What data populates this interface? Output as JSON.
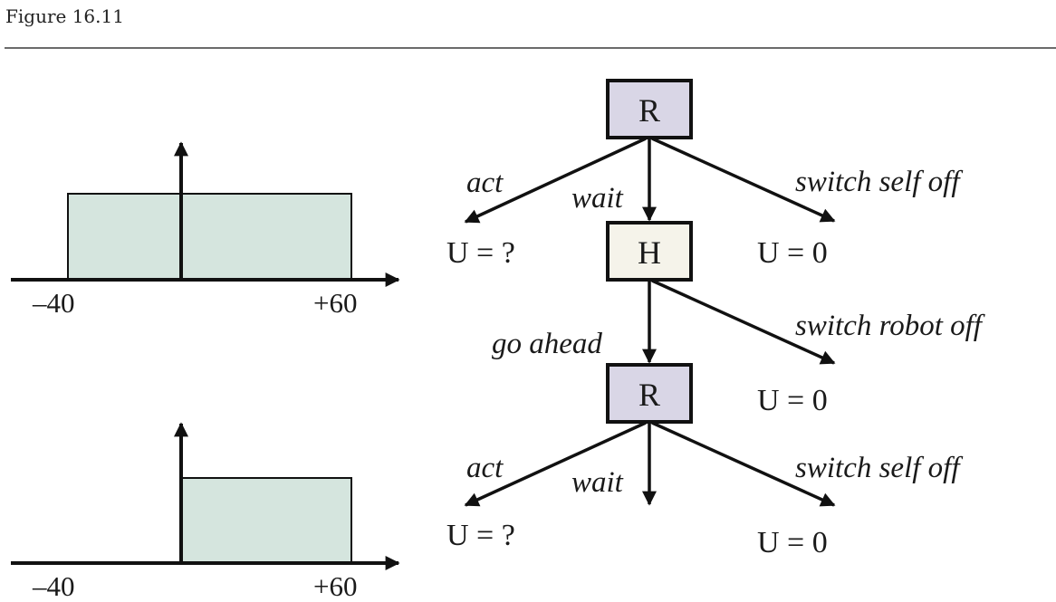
{
  "figure": {
    "title": "Figure 16.11"
  },
  "colors": {
    "robot_node_fill": "#d9d6e6",
    "human_node_fill": "#f5f3ea",
    "distribution_fill": "#d5e5de",
    "stroke": "#111111"
  },
  "distributions": [
    {
      "name": "prior-utility-distribution",
      "x_min_label": "–40",
      "x_max_label": "+60",
      "x_min": -40,
      "x_max": 60,
      "support": [
        -40,
        60
      ]
    },
    {
      "name": "posterior-utility-distribution",
      "x_min_label": "–40",
      "x_max_label": "+60",
      "x_min": -40,
      "x_max": 60,
      "support": [
        0,
        60
      ]
    }
  ],
  "tree": {
    "nodes": {
      "root": "R",
      "human": "H",
      "robot2": "R"
    },
    "edges": {
      "act": "act",
      "wait": "wait",
      "switch_self_off": "switch self off",
      "go_ahead": "go ahead",
      "switch_robot_off": "switch robot off",
      "act2": "act",
      "wait2": "wait",
      "switch_self_off2": "switch self off"
    },
    "outcomes": {
      "act": "U = ?",
      "switch_self_off": "U = 0",
      "switch_robot_off": "U = 0",
      "act2": "U = ?",
      "switch_self_off2": "U = 0"
    }
  }
}
